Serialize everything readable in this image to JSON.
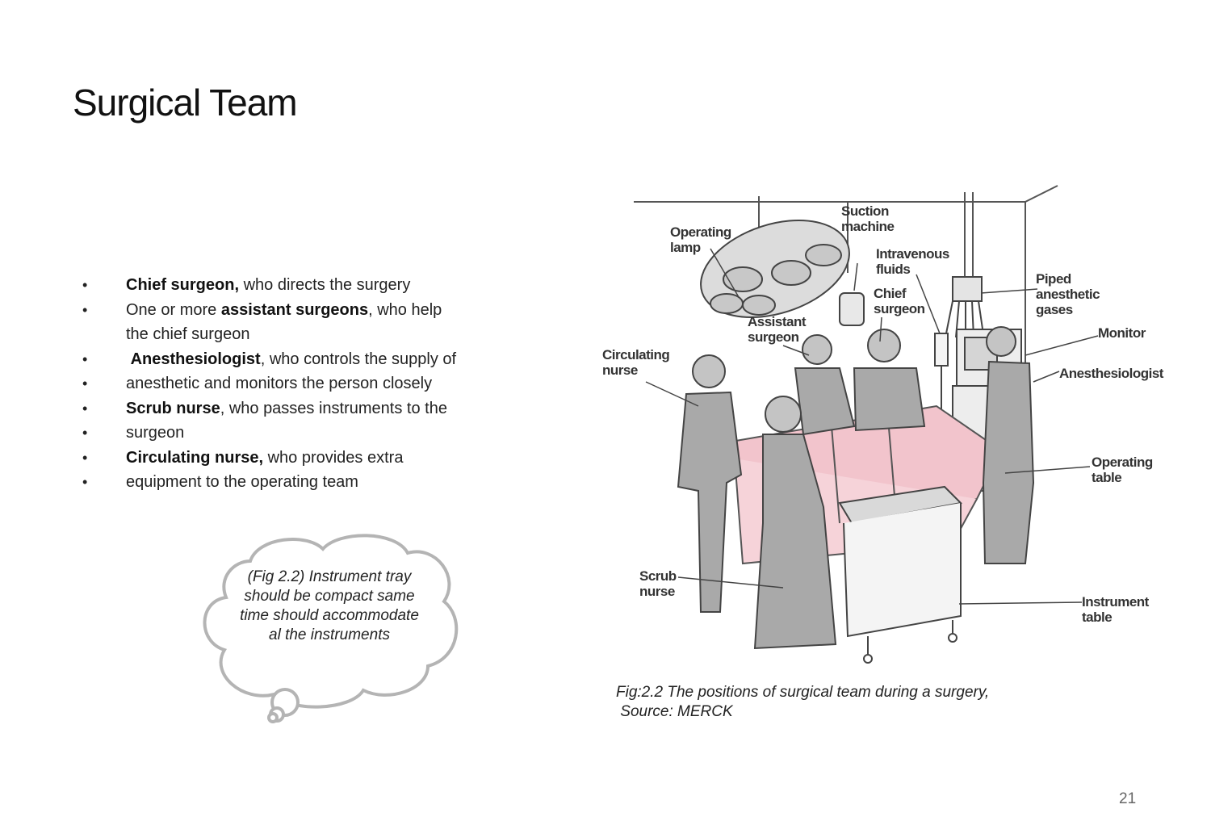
{
  "title": "Surgical Team",
  "bullets": [
    {
      "bold": "Chief surgeon,",
      "rest": " who directs the surgery"
    },
    {
      "pre": "One or more ",
      "bold": "assistant surgeons",
      "rest": ", who help"
    },
    {
      "rest": "the chief surgeon"
    },
    {
      "pre": " ",
      "bold": "Anesthesiologist",
      "rest": ", who controls the supply of"
    },
    {
      "rest": "anesthetic and monitors the person closely"
    },
    {
      "bold": "Scrub nurse",
      "rest": ", who passes instruments to the"
    },
    {
      "rest": "surgeon"
    },
    {
      "bold": "Circulating nurse,",
      "rest": " who provides extra"
    },
    {
      "rest": "equipment to the operating team"
    }
  ],
  "callout": "(Fig 2.2) Instrument tray should be compact same time should accommodate al the instruments",
  "figure_labels": {
    "operating_lamp": "Operating\nlamp",
    "suction_machine": "Suction\nmachine",
    "intravenous_fluids": "Intravenous\nfluids",
    "chief_surgeon": "Chief\nsurgeon",
    "piped_gases": "Piped\nanesthetic\ngases",
    "assistant_surgeon": "Assistant\nsurgeon",
    "monitor": "Monitor",
    "circulating_nurse": "Circulating\nnurse",
    "anesthesiologist": "Anesthesiologist",
    "operating_table": "Operating\ntable",
    "scrub_nurse": "Scrub\nnurse",
    "instrument_table": "Instrument\ntable"
  },
  "caption_line1": "Fig:2.2 The positions of  surgical team  during a surgery,",
  "caption_line2": " Source: MERCK",
  "page_number": "21",
  "colors": {
    "drape_pink": "#f2c4cc",
    "gown_gray": "#a9a9a9",
    "outline": "#555555"
  }
}
